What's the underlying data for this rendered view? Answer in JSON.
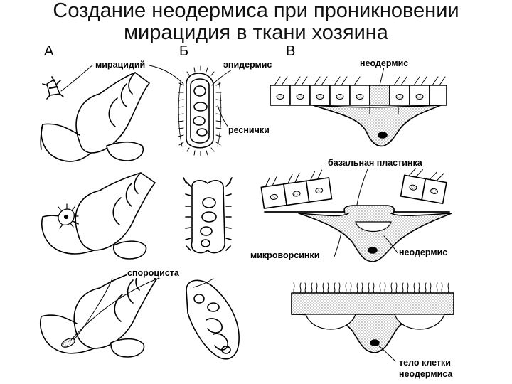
{
  "title": {
    "line1": "Создание неодермиса при проникновении",
    "line2": "мирацидия в ткани хозяина"
  },
  "columns": {
    "a": "А",
    "b": "Б",
    "c": "В"
  },
  "labels": {
    "miracidium": "мирацидий",
    "epidermis": "эпидермис",
    "neodermis_top": "неодермис",
    "cilia": "реснички",
    "basal_lamina": "базальная пластинка",
    "microvilli": "микроворсинки",
    "neodermis_mid": "неодермис",
    "sporocyst": "спороциста",
    "cell_body_line1": "тело клетки",
    "cell_body_line2": "неодермиса"
  },
  "colors": {
    "ink": "#000000",
    "stipple": "#bdbdbd",
    "background": "#ffffff"
  }
}
